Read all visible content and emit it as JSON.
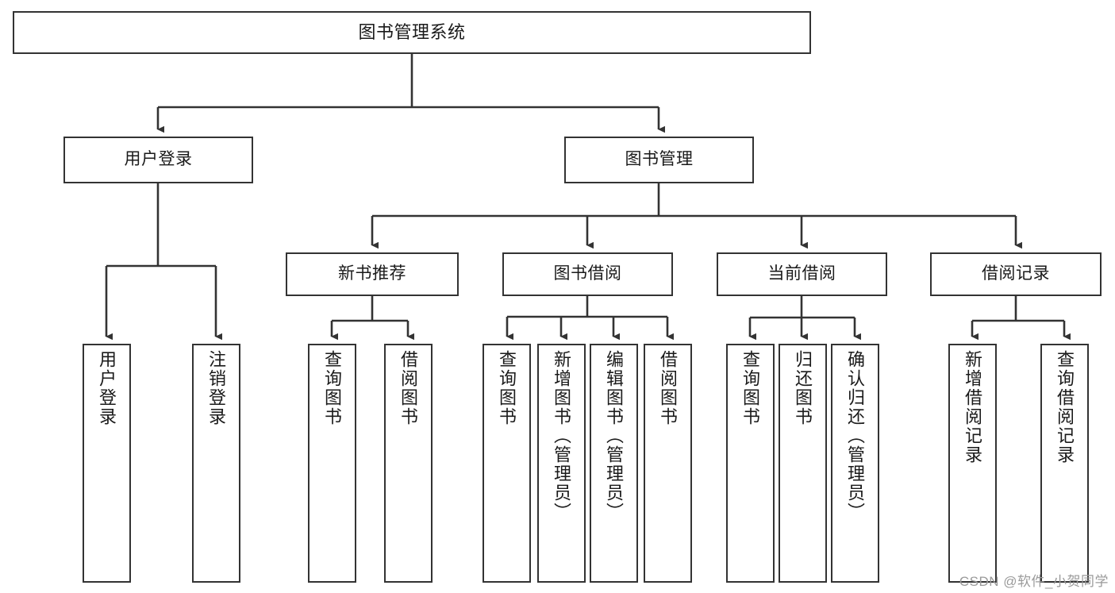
{
  "diagram": {
    "title": "图书管理系统",
    "type": "functional-structure-tree",
    "theme": {
      "background": "#ffffff",
      "border": "#333333",
      "text": "#1a1a1a",
      "connector": "#333333",
      "watermark": "#9a9a9a"
    },
    "watermark": "CSDN @软件_小贺同学",
    "root": {
      "label": "图书管理系统"
    },
    "level1": [
      {
        "label": "用户登录"
      },
      {
        "label": "图书管理"
      }
    ],
    "level2": [
      {
        "label": "新书推荐"
      },
      {
        "label": "图书借阅"
      },
      {
        "label": "当前借阅"
      },
      {
        "label": "借阅记录"
      }
    ],
    "leaves": {
      "user_login": [
        {
          "label": "用户登录"
        },
        {
          "label": "注销登录"
        }
      ],
      "new_book_recommend": [
        {
          "label": "查询图书"
        },
        {
          "label": "借阅图书"
        }
      ],
      "book_borrow": [
        {
          "label": "查询图书"
        },
        {
          "label": "新增图书（管理员）"
        },
        {
          "label": "编辑图书（管理员）"
        },
        {
          "label": "借阅图书"
        }
      ],
      "current_borrow": [
        {
          "label": "查询图书"
        },
        {
          "label": "归还图书"
        },
        {
          "label": "确认归还（管理员）"
        }
      ],
      "borrow_record": [
        {
          "label": "新增借阅记录"
        },
        {
          "label": "查询借阅记录"
        }
      ]
    }
  }
}
